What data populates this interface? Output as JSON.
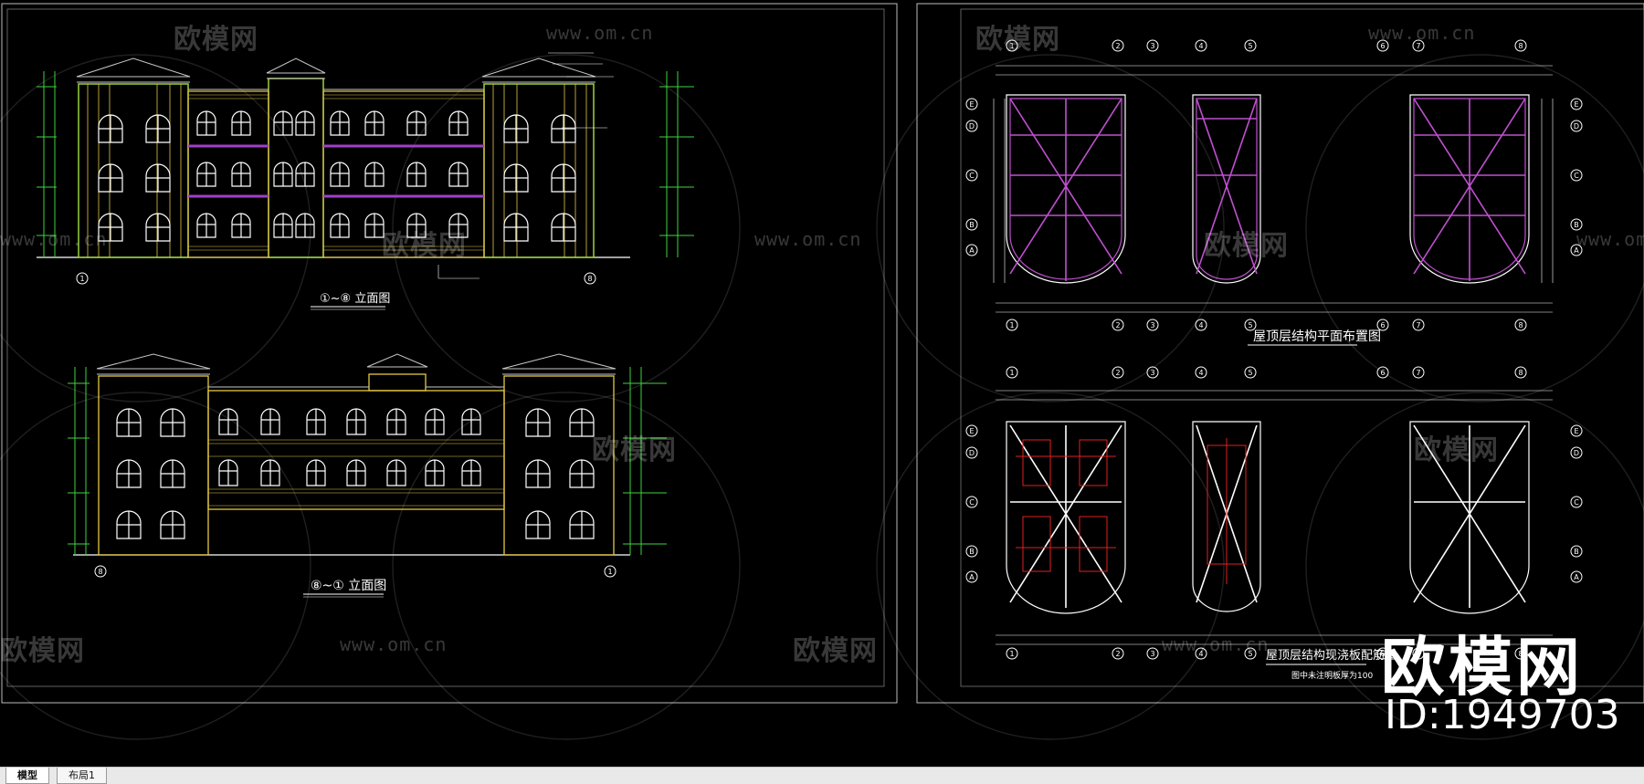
{
  "viewport": {
    "left_sheet": {
      "elevation_front": {
        "title": "①~⑧ 立面图",
        "axis_left": "1",
        "axis_right": "8"
      },
      "elevation_back": {
        "title": "⑧~① 立面图",
        "axis_left": "8",
        "axis_right": "1"
      }
    },
    "right_sheet": {
      "plan_top": {
        "title": "屋顶层结构平面布置图"
      },
      "plan_bottom": {
        "title": "屋顶层结构现浇板配筋图",
        "subtitle": "图中未注明板厚为100"
      },
      "grid_columns": [
        "1",
        "2",
        "3",
        "4",
        "5",
        "6",
        "7",
        "8"
      ],
      "grid_rows": [
        "E",
        "D",
        "C",
        "B",
        "A"
      ]
    }
  },
  "watermarks": {
    "logo_text": "欧模网",
    "url": "www.om.cn",
    "brand": "欧模网",
    "id": "ID:1949703"
  },
  "tabs": [
    {
      "label": "模型",
      "active": true
    },
    {
      "label": "布局1",
      "active": false
    }
  ],
  "colors": {
    "background": "#000000",
    "wall_yellow": "#e3c845",
    "wall_green": "#9bd23c",
    "roof_gray": "#c8c8c8",
    "floor_band": "#a040c8",
    "slab_magenta": "#c050d0",
    "rebar_red": "#e02020",
    "dimension_green": "#3ed43e",
    "axis_white": "#ffffff"
  }
}
